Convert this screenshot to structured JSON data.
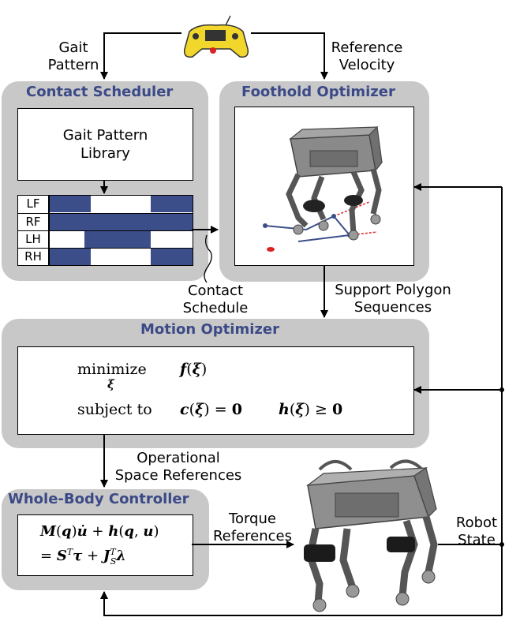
{
  "top": {
    "gait_label": "Gait\nPattern",
    "velocity_label": "Reference\nVelocity",
    "controller_icon": "gamepad-icon"
  },
  "contact_scheduler": {
    "title": "Contact Scheduler",
    "library": "Gait Pattern\nLibrary",
    "legs": [
      "LF",
      "RF",
      "LH",
      "RH"
    ],
    "schedule_label": "Contact\nSchedule"
  },
  "foothold_optimizer": {
    "title": "Foothold Optimizer",
    "image": "robot-footholds-image",
    "support_label": "Support Polygon\nSequences"
  },
  "motion_optimizer": {
    "title": "Motion Optimizer",
    "minimize": "minimize",
    "subject_to": "subject to"
  },
  "operational_label": "Operational\nSpace References",
  "wbc": {
    "title": "Whole-Body Controller"
  },
  "torque_label": "Torque\nReferences",
  "robot_state_label": "Robot\nState",
  "robot_image": "quadruped-robot-image",
  "colors": {
    "panel": "#c8c8c8",
    "title": "#3b4a87",
    "contact": "#3c4e8a"
  }
}
